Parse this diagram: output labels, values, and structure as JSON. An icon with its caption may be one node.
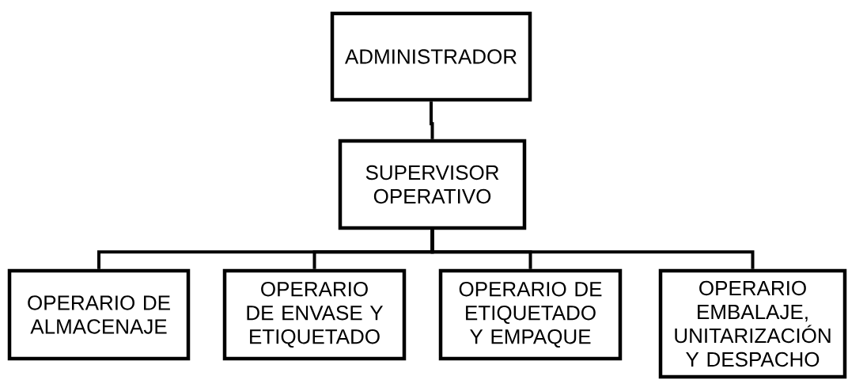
{
  "diagram": {
    "nodes": [
      {
        "text": [
          "ADMINISTRADOR"
        ]
      },
      {
        "text": [
          "SUPERVISOR OPERATIVO"
        ]
      },
      {
        "text": [
          "OPERARIO DE ALMACENAJE"
        ]
      },
      {
        "text": [
          "OPERARIO DE ENVASE Y ETIQUETADO"
        ]
      },
      {
        "text": [
          "OPERARIO DE ETIQUETADO Y EMPAQUE"
        ]
      },
      {
        "text": [
          "OPERARIO EMBALAJE, UNITARIZACIÓN Y DESPACHO"
        ]
      }
    ],
    "edges": [
      {
        "from": 0,
        "to": 1,
        "arrow": "none"
      },
      {
        "from": 1,
        "to": 2,
        "arrow": "none"
      },
      {
        "from": 1,
        "to": 3,
        "arrow": "none"
      },
      {
        "from": 1,
        "to": 4,
        "arrow": "none"
      },
      {
        "from": 1,
        "to": 5,
        "arrow": "none"
      }
    ]
  }
}
